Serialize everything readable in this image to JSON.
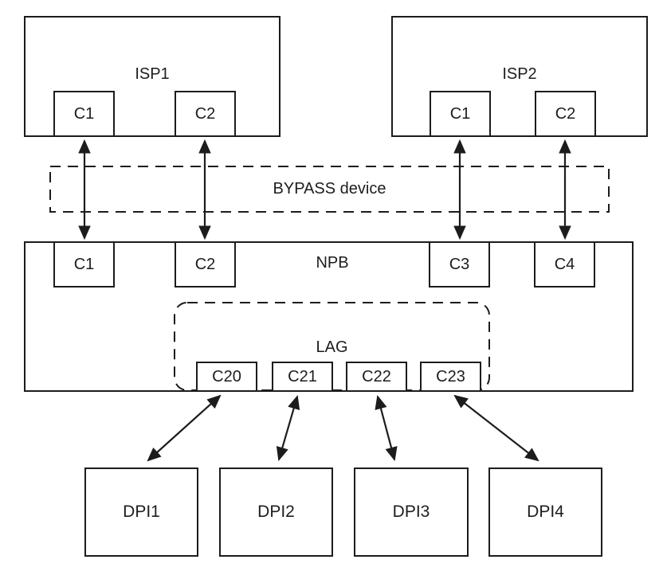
{
  "diagram_type": "network-topology",
  "colors": {
    "stroke": "#1c1c1c",
    "background": "#ffffff",
    "text": "#1d1d1d"
  },
  "nodes": {
    "isp1": {
      "label": "ISP1",
      "ports": {
        "c1": "C1",
        "c2": "C2"
      }
    },
    "isp2": {
      "label": "ISP2",
      "ports": {
        "c1": "C1",
        "c2": "C2"
      }
    },
    "bypass": {
      "label": "BYPASS device"
    },
    "npb": {
      "label": "NPB",
      "ports": {
        "c1": "C1",
        "c2": "C2",
        "c3": "C3",
        "c4": "C4"
      }
    },
    "lag": {
      "label": "LAG",
      "ports": {
        "c20": "C20",
        "c21": "C21",
        "c22": "C22",
        "c23": "C23"
      }
    },
    "dpi1": {
      "label": "DPI1"
    },
    "dpi2": {
      "label": "DPI2"
    },
    "dpi3": {
      "label": "DPI3"
    },
    "dpi4": {
      "label": "DPI4"
    }
  },
  "connections": [
    "ISP1.C1 <-> NPB.C1",
    "ISP1.C2 <-> NPB.C2",
    "ISP2.C1 <-> NPB.C3",
    "ISP2.C2 <-> NPB.C4",
    "NPB.C20 <-> DPI1",
    "NPB.C21 <-> DPI2",
    "NPB.C22 <-> DPI3",
    "NPB.C23 <-> DPI4"
  ]
}
